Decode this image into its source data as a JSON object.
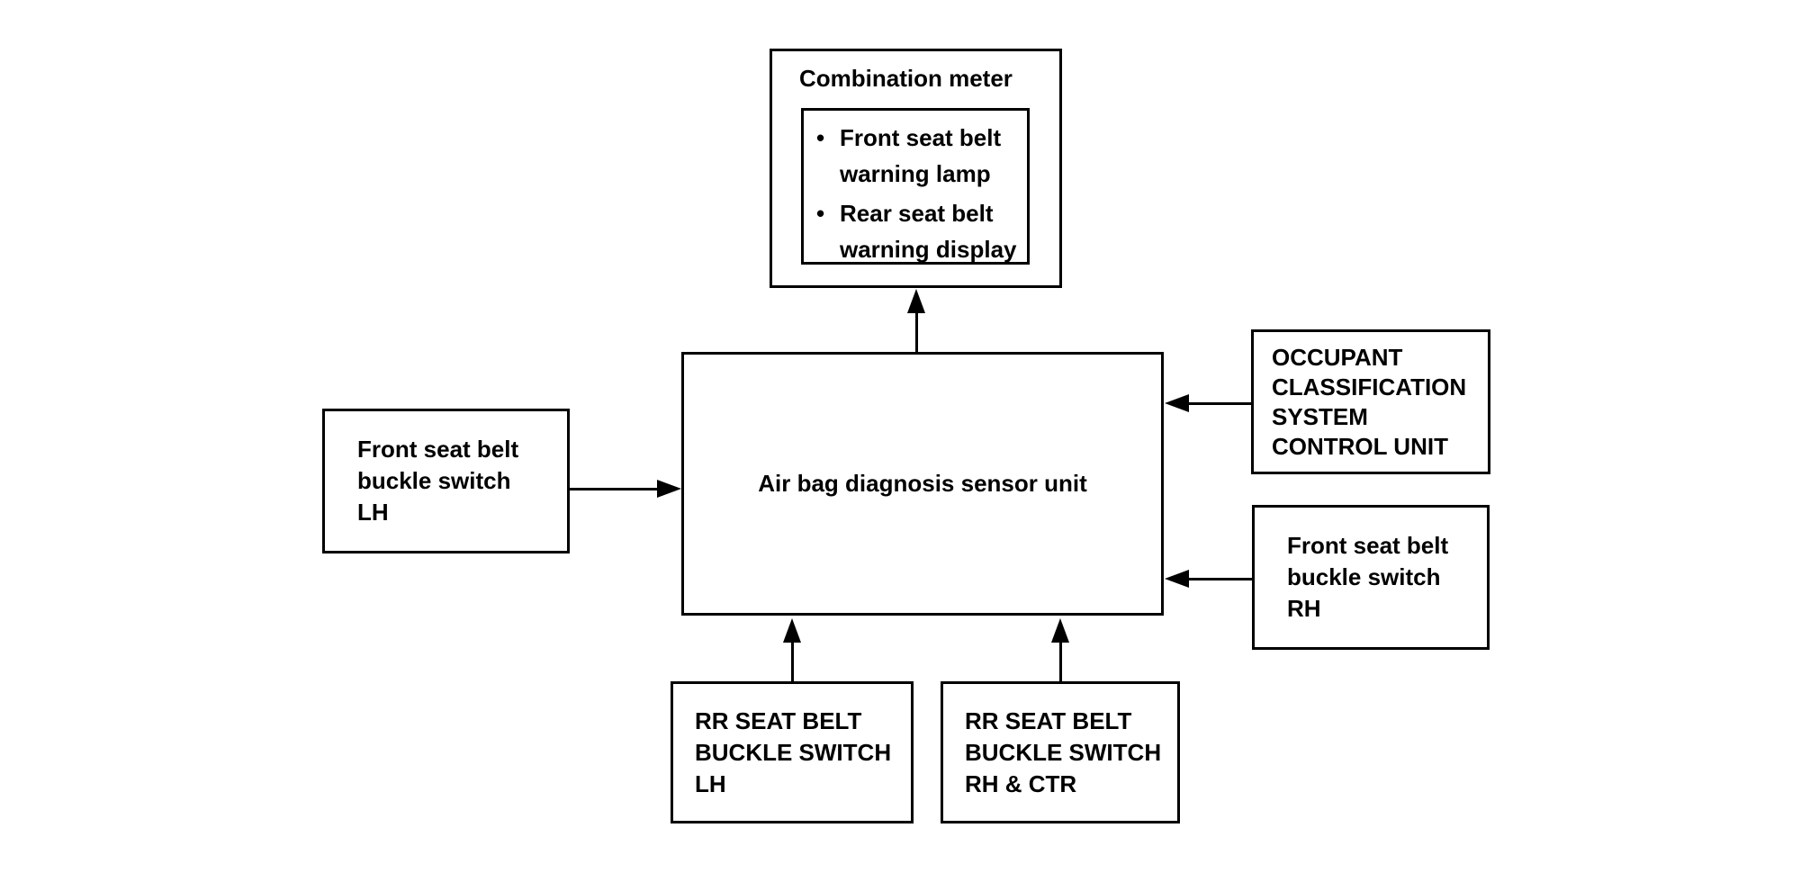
{
  "diagram": {
    "type": "block-diagram",
    "colors": {
      "background": "#ffffff",
      "line": "#000000",
      "text": "#000000"
    },
    "boxes": {
      "combination_meter": {
        "title": "Combination meter",
        "items": [
          {
            "bullet": "•",
            "lines": [
              "Front seat belt",
              "warning lamp"
            ]
          },
          {
            "bullet": "•",
            "lines": [
              "Rear seat belt",
              "warning display"
            ]
          }
        ]
      },
      "airbag_unit": {
        "label": "Air bag diagnosis sensor unit"
      },
      "front_belt_lh": {
        "lines": [
          "Front seat belt",
          "buckle switch",
          "LH"
        ]
      },
      "occupant_classification": {
        "lines": [
          "OCCUPANT",
          "CLASSIFICATION",
          "SYSTEM",
          "CONTROL UNIT"
        ]
      },
      "front_belt_rh": {
        "lines": [
          "Front seat belt",
          "buckle switch",
          "RH"
        ]
      },
      "rr_belt_lh": {
        "lines": [
          "RR SEAT BELT",
          "BUCKLE SWITCH",
          "LH"
        ]
      },
      "rr_belt_rh_ctr": {
        "lines": [
          "RR SEAT BELT",
          "BUCKLE SWITCH",
          "RH & CTR"
        ]
      }
    },
    "connections": [
      {
        "from": "air-bag-diagnosis-sensor-unit",
        "to": "combination-meter",
        "arrow_direction": "up"
      },
      {
        "from": "front-seat-belt-buckle-switch-lh",
        "to": "air-bag-diagnosis-sensor-unit",
        "arrow_direction": "right"
      },
      {
        "from": "occupant-classification-system-control-unit",
        "to": "air-bag-diagnosis-sensor-unit",
        "arrow_direction": "left"
      },
      {
        "from": "front-seat-belt-buckle-switch-rh",
        "to": "air-bag-diagnosis-sensor-unit",
        "arrow_direction": "left"
      },
      {
        "from": "rr-seat-belt-buckle-switch-lh",
        "to": "air-bag-diagnosis-sensor-unit",
        "arrow_direction": "up"
      },
      {
        "from": "rr-seat-belt-buckle-switch-rh-ctr",
        "to": "air-bag-diagnosis-sensor-unit",
        "arrow_direction": "up"
      }
    ]
  }
}
